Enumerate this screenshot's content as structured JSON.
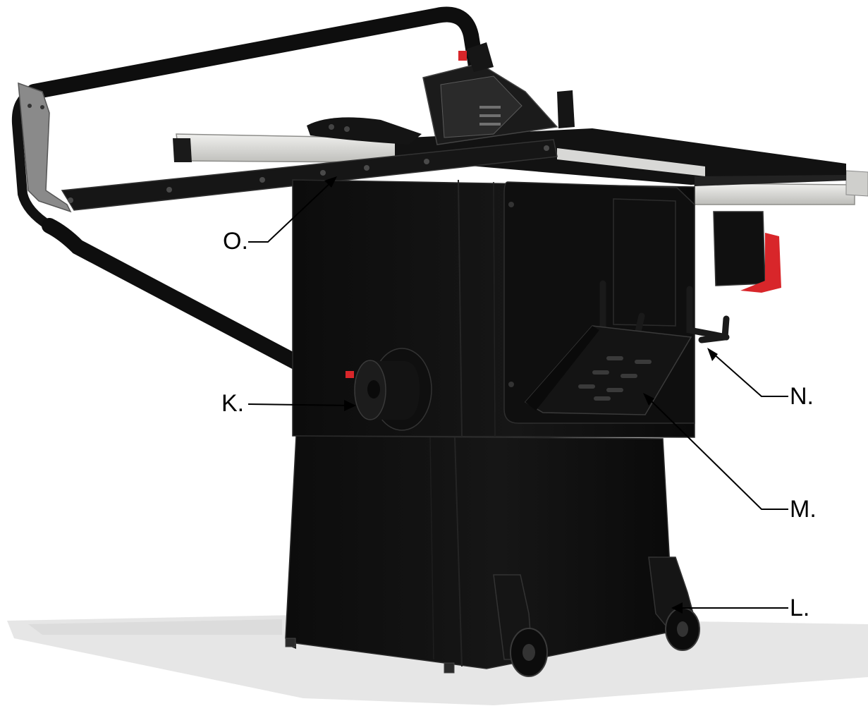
{
  "figure": {
    "callouts": [
      {
        "id": "O",
        "label": "O."
      },
      {
        "id": "K",
        "label": "K."
      },
      {
        "id": "N",
        "label": "N."
      },
      {
        "id": "M",
        "label": "M."
      },
      {
        "id": "L",
        "label": "L."
      }
    ],
    "colors": {
      "body": "#111111",
      "body_edge": "#2a2a2a",
      "rail_light": "#d9d9d6",
      "arm_grey": "#8a8a8a",
      "accent_red": "#d8262a",
      "shadow": "#e2e2e2"
    }
  }
}
